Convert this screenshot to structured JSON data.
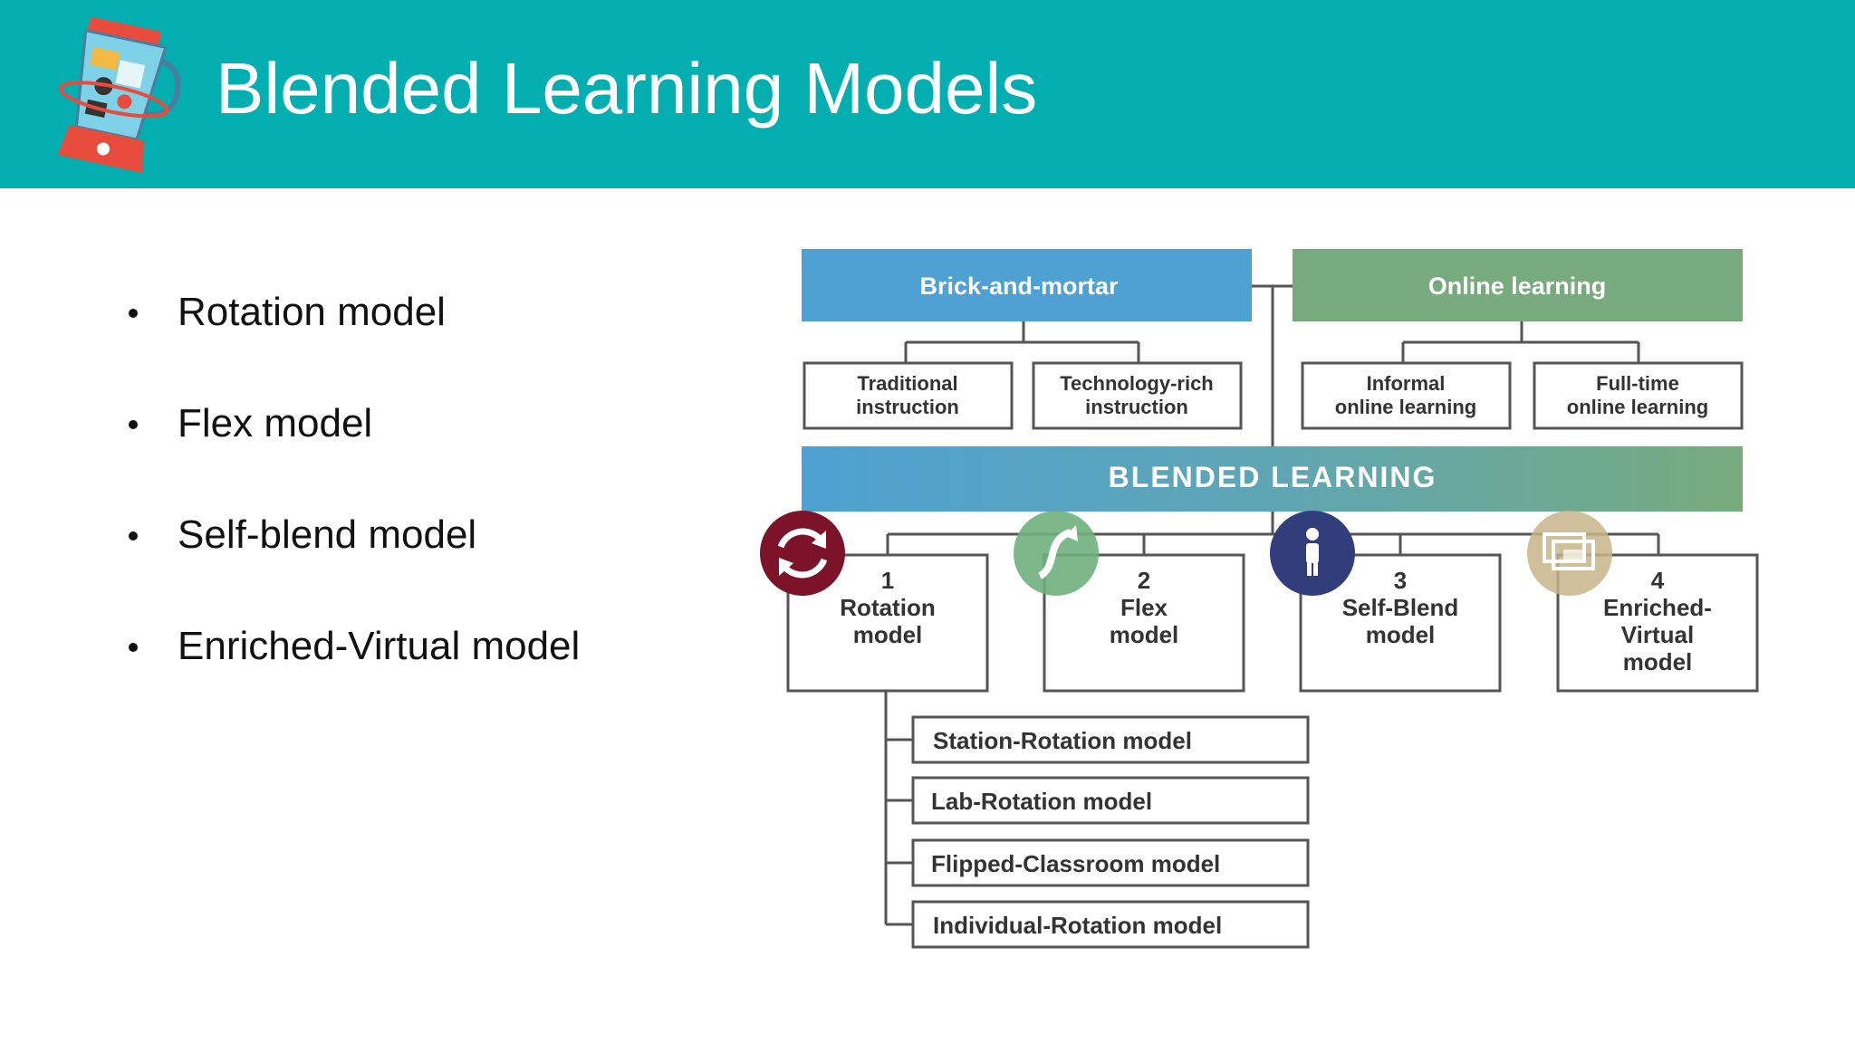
{
  "slide": {
    "title": "Blended Learning Models",
    "bullets": [
      "Rotation model",
      "Flex model",
      "Self-blend model",
      "Enriched-Virtual model"
    ]
  },
  "diagram": {
    "colors": {
      "header": "#03aeb0",
      "brick": "#4ea1d2",
      "online": "#77ab7d",
      "rotation": "#7c1328",
      "flex": "#6fb07e",
      "selfblend": "#323d7c",
      "enriched": "#c7b58a"
    },
    "top_left": "Brick-and-mortar",
    "top_right": "Online learning",
    "sub_left": [
      [
        "Traditional",
        "instruction"
      ],
      [
        "Technology-rich",
        "instruction"
      ]
    ],
    "sub_right": [
      [
        "Informal",
        "online learning"
      ],
      [
        "Full-time",
        "online learning"
      ]
    ],
    "band": "BLENDED LEARNING",
    "models": [
      {
        "num": "1",
        "lines": [
          "Rotation",
          "model"
        ],
        "icon": "rotation-arrows-icon"
      },
      {
        "num": "2",
        "lines": [
          "Flex",
          "model"
        ],
        "icon": "flex-arrow-icon"
      },
      {
        "num": "3",
        "lines": [
          "Self-Blend",
          "model"
        ],
        "icon": "person-icon"
      },
      {
        "num": "4",
        "lines": [
          "Enriched-",
          "Virtual",
          "model"
        ],
        "icon": "virtual-screen-icon"
      }
    ],
    "rotation_submodels": [
      "Station-Rotation model",
      "Lab-Rotation model",
      "Flipped-Classroom model",
      "Individual-Rotation model"
    ]
  }
}
